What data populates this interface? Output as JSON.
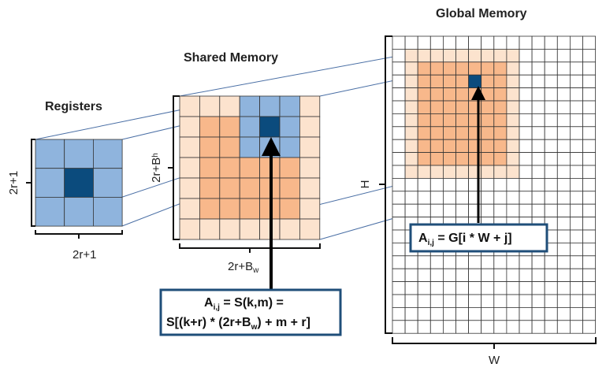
{
  "titles": {
    "registers": "Registers",
    "shared": "Shared Memory",
    "global": "Global Memory"
  },
  "labels": {
    "registers_w": "2r+1",
    "registers_h": "2r+1",
    "shared_w_main": "2r+B",
    "shared_w_sub": "w",
    "shared_h_main": "2r+B",
    "shared_h_sub": "h",
    "global_w": "W",
    "global_h": "H"
  },
  "formulas": {
    "global_A": "A",
    "global_sub": "i,j",
    "global_rhs": " = G[i * W + j]",
    "shared_A": "A",
    "shared_sub": "i,j",
    "shared_rhs": " = S(k,m) =",
    "shared_line2_a": "S[(k+r) * (2r+B",
    "shared_line2_sub": "w",
    "shared_line2_b": ") + m + r]"
  },
  "colors": {
    "blue_light": "#8fb4dd",
    "blue_dark": "#0b4b7d",
    "orange_light": "#fce3ce",
    "orange_mid": "#f8b88b",
    "grid_line": "#333333",
    "box_border": "#1f4e79"
  }
}
